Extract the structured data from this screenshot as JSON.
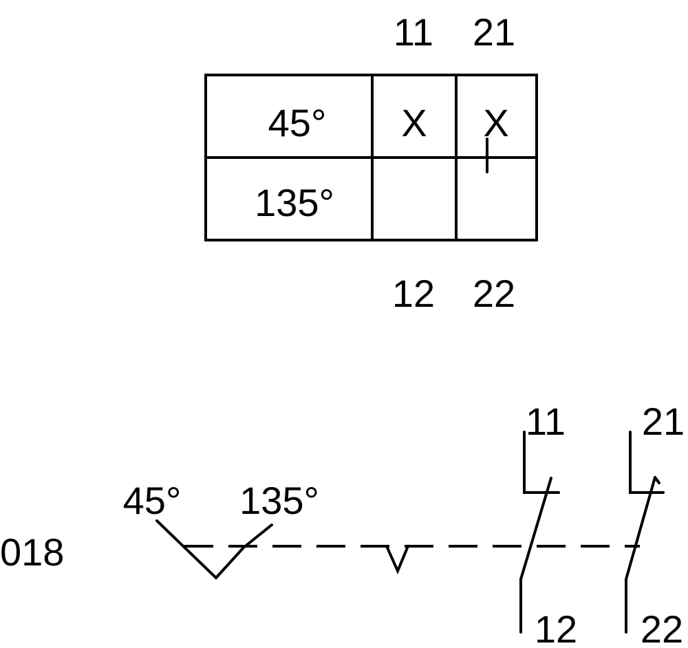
{
  "table": {
    "top_terminals": [
      "11",
      "21"
    ],
    "bottom_terminals": [
      "12",
      "22"
    ],
    "rows": [
      {
        "angle": "45°",
        "cells": [
          "X",
          "X"
        ]
      },
      {
        "angle": "135°",
        "cells": [
          "",
          ""
        ]
      }
    ]
  },
  "schematic": {
    "label": "018",
    "angle_left": "45°",
    "angle_right": "135°",
    "contact_1": {
      "top": "11",
      "bottom": "12"
    },
    "contact_2": {
      "top": "21",
      "bottom": "22"
    }
  }
}
